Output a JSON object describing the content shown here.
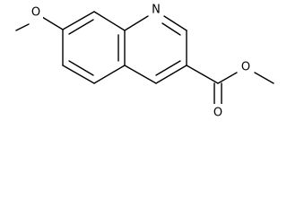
{
  "molecule": {
    "atoms": {
      "nitrogen": "N",
      "ether_oxygen": "O",
      "ester_single_oxygen": "O",
      "carbonyl_oxygen": "O"
    },
    "colors": {
      "bond": "#000000",
      "label": "#000000",
      "background": "#ffffff"
    }
  }
}
